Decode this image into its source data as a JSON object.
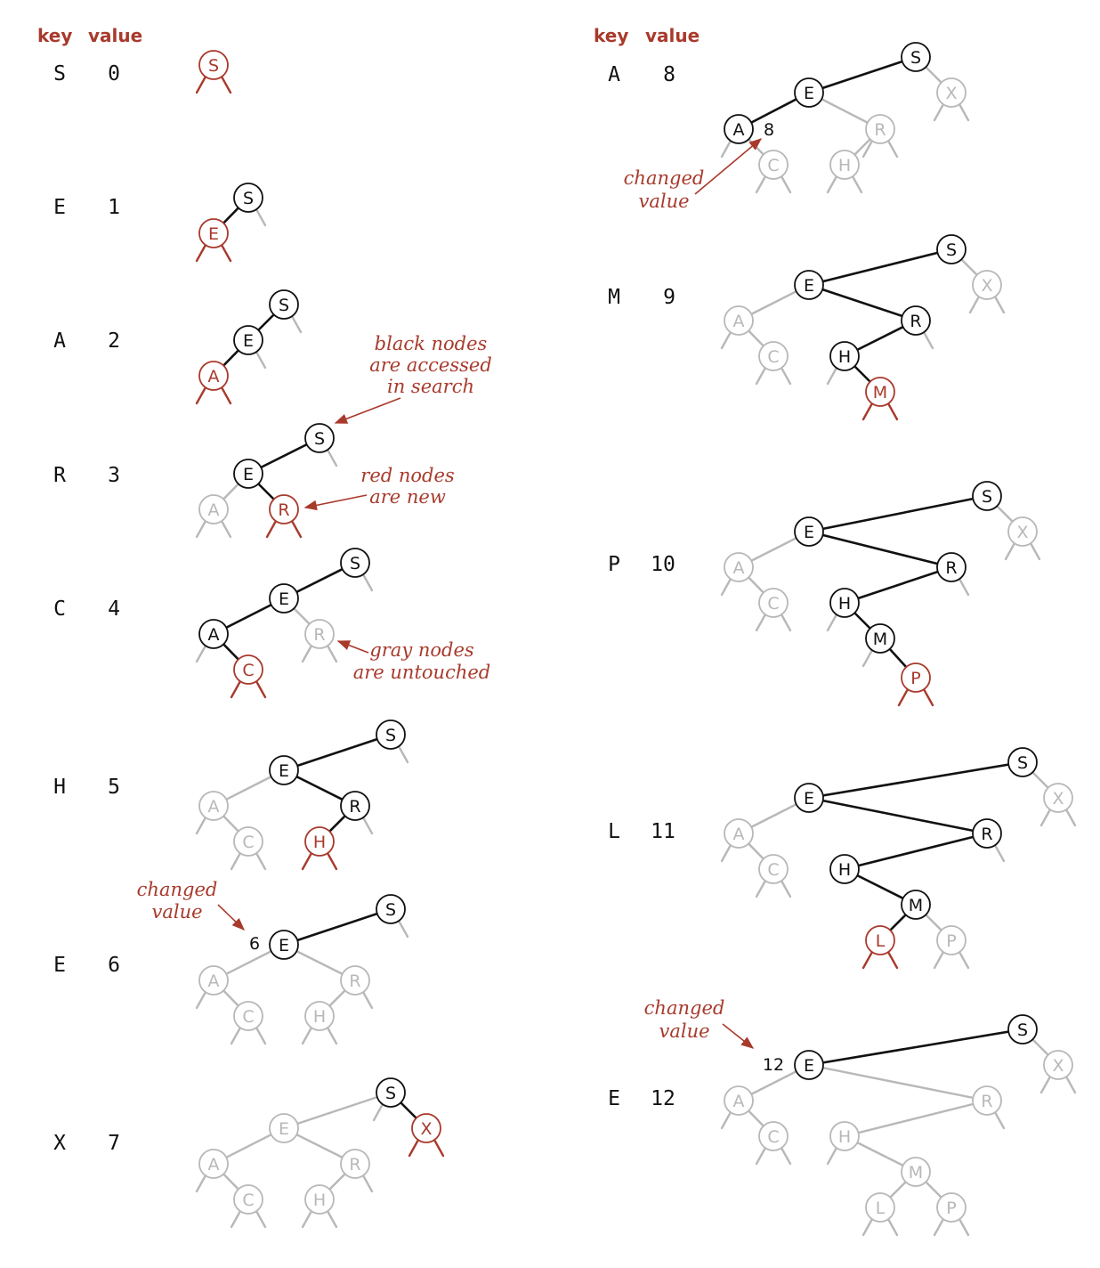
{
  "headers": {
    "key": "key",
    "value": "value"
  },
  "colors": {
    "red": "#a83a2c",
    "black": "#111111",
    "gray": "#b8b8b8"
  },
  "steps": [
    {
      "key": "S",
      "value": "0"
    },
    {
      "key": "E",
      "value": "1"
    },
    {
      "key": "A",
      "value": "2"
    },
    {
      "key": "R",
      "value": "3"
    },
    {
      "key": "C",
      "value": "4"
    },
    {
      "key": "H",
      "value": "5"
    },
    {
      "key": "E",
      "value": "6"
    },
    {
      "key": "X",
      "value": "7"
    },
    {
      "key": "A",
      "value": "8"
    },
    {
      "key": "M",
      "value": "9"
    },
    {
      "key": "P",
      "value": "10"
    },
    {
      "key": "L",
      "value": "11"
    },
    {
      "key": "E",
      "value": "12"
    }
  ],
  "node_labels": [
    "S",
    "E",
    "A",
    "R",
    "C",
    "H",
    "X",
    "M",
    "P",
    "L"
  ],
  "changed_values": [
    "6",
    "8",
    "12"
  ],
  "annotations": {
    "black_nodes": [
      "black nodes",
      "are accessed",
      "in search"
    ],
    "red_nodes": [
      "red nodes",
      "are new"
    ],
    "gray_nodes": [
      "gray nodes",
      "are untouched"
    ],
    "changed_value": [
      "changed",
      "value"
    ]
  }
}
